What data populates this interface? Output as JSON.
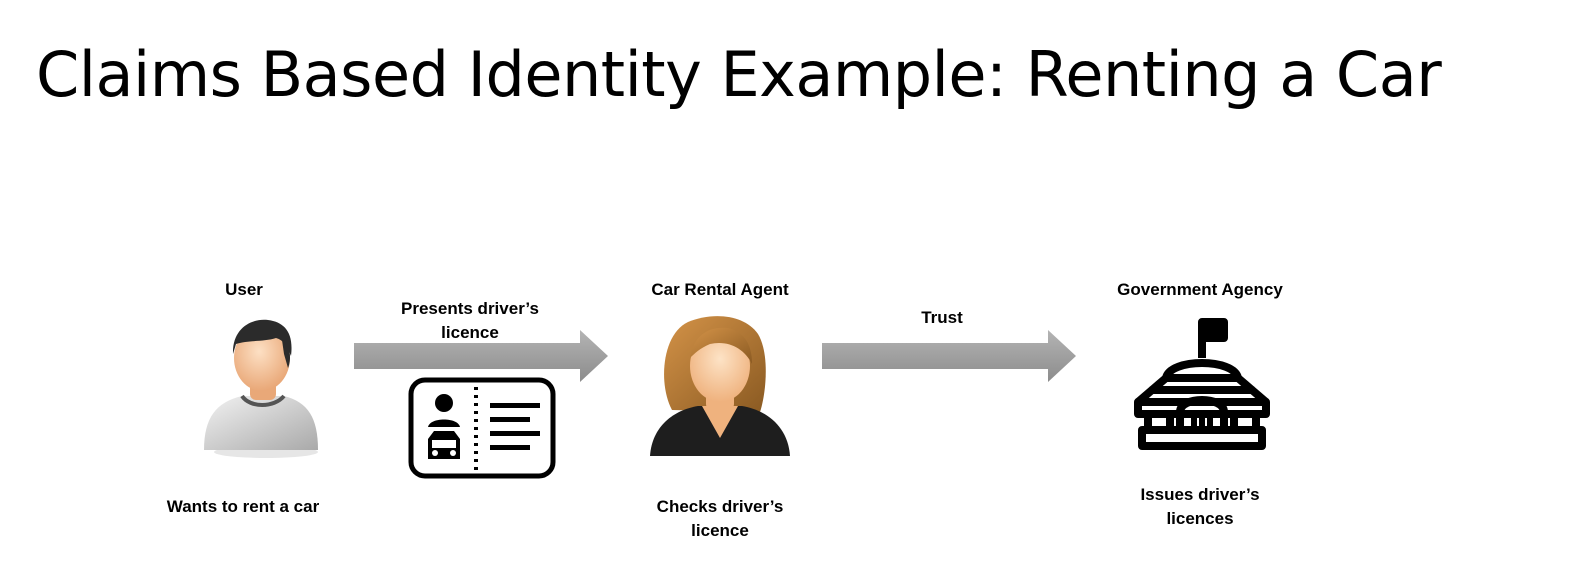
{
  "slide": {
    "title": "Claims Based Identity Example: Renting a Car"
  },
  "actors": {
    "user": {
      "name": "User",
      "description": "Wants to rent a car",
      "icon": "person-male-icon"
    },
    "agent": {
      "name": "Car Rental Agent",
      "description": "Checks driver’s\nlicence",
      "icon": "person-female-icon"
    },
    "agency": {
      "name": "Government Agency",
      "description": "Issues driver’s\nlicences",
      "icon": "government-building-icon"
    }
  },
  "links": {
    "user_to_agent": {
      "label": "Presents driver’s\nlicence",
      "icon": "drivers-licence-card-icon"
    },
    "agent_to_agency": {
      "label": "Trust"
    }
  },
  "colors": {
    "arrow_gradient_start": "#8c8c8c",
    "arrow_gradient_end": "#b4b4b4",
    "skin": "#f6c49a",
    "hair_male": "#2b2b2b",
    "hair_female": "#b8742c",
    "shirt": "#dcdcdc"
  }
}
